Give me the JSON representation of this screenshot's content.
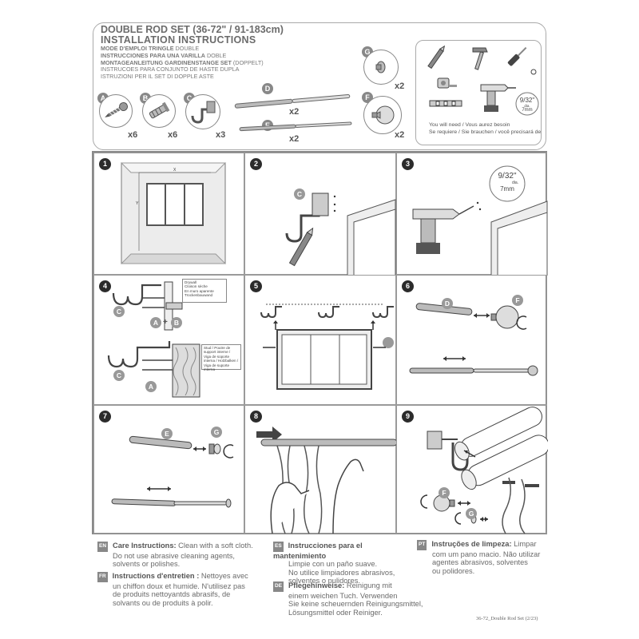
{
  "header": {
    "title_line1": "DOUBLE ROD SET (36-72\" / 91-183cm)",
    "title_line2": "INSTALLATION INSTRUCTIONS",
    "subtitles": [
      {
        "bold": "MODE D'EMPLOI TRINGLE",
        "rest": " DOUBLE"
      },
      {
        "bold": "INSTRUCCIONES PARA UNA VARILLA",
        "rest": " DOBLE"
      },
      {
        "bold": "MONTAGEANLEITUNG GARDINENSTANGE SET",
        "rest": " (DOPPELT)"
      },
      {
        "bold": "",
        "rest": "INSTRUCOES PARA CONJUNTO DE HASTE DUPLA"
      },
      {
        "bold": "",
        "rest": "ISTRUZIONI PER IL SET DI DOPPLE ASTE"
      }
    ]
  },
  "parts": {
    "A": {
      "letter": "A",
      "qty": "x6"
    },
    "B": {
      "letter": "B",
      "qty": "x6"
    },
    "C": {
      "letter": "C",
      "qty": "x3"
    },
    "D": {
      "letter": "D",
      "qty": "x2"
    },
    "E": {
      "letter": "E",
      "qty": "x2"
    },
    "F": {
      "letter": "F",
      "qty": "x2"
    },
    "G": {
      "letter": "G",
      "qty": "x2"
    }
  },
  "tools": {
    "need_line1": "You will need / Vous aurez besoin",
    "need_line2": "Se requiere / Sie brauchen / você precisará de",
    "drill_size": "9/32\"",
    "drill_dia": "dia.",
    "drill_mm": "7mm"
  },
  "steps": {
    "s1": {
      "num": "1",
      "label_x": "X",
      "label_y": "Y"
    },
    "s2": {
      "num": "2",
      "part": "C"
    },
    "s3": {
      "num": "3",
      "size": "9/32\"",
      "dia": "dia.",
      "mm": "7mm"
    },
    "s4": {
      "num": "4",
      "part_c": "C",
      "part_a": "A",
      "plus": "+",
      "part_b": "B",
      "part_c2": "C",
      "part_a2": "A",
      "drywall_lines": [
        "Drywall",
        "Cloison sèche",
        "En muro aparente",
        "Trockenbauwand"
      ],
      "stud_lines": [
        "Stud / Poutre de",
        "support interne /",
        "Viga de soporte",
        "interna / Holzbalken /",
        "Viga de suporte interna"
      ]
    },
    "s5": {
      "num": "5"
    },
    "s6": {
      "num": "6",
      "part_d": "D",
      "part_f": "F"
    },
    "s7": {
      "num": "7",
      "part_e": "E",
      "part_g": "G"
    },
    "s8": {
      "num": "8"
    },
    "s9": {
      "num": "9",
      "part_f": "F",
      "part_g": "G"
    }
  },
  "care": {
    "en": {
      "code": "EN",
      "title": "Care Instructions:",
      "text1": " Clean with a soft cloth.",
      "text2": "Do not use abrasive cleaning agents,",
      "text3": "solvents or polishes."
    },
    "fr": {
      "code": "FR",
      "title": "Instructions d'entretien :",
      "text1": " Nettoyes avec",
      "text2": "un chiffon doux et humide. N'utilisez pas",
      "text3": "de produits nettoyantds abrasifs, de",
      "text4": "solvants ou de produits à polir."
    },
    "es": {
      "code": "ES",
      "title": "Instrucciones para el mantenimiento",
      "text1": "Limpie con un paño suave.",
      "text2": "No utilice limpiadores abrasivos,",
      "text3": "solventes o pulidores."
    },
    "de": {
      "code": "DE",
      "title": "Pflegehinweise:",
      "text1": " Reinigung mit",
      "text2": "einem weichen Tuch. Verwenden",
      "text3": "Sie keine scheuernden Reinigungsmittel,",
      "text4": "Lösungsmittel oder Reiniger."
    },
    "pt": {
      "code": "PT",
      "title": "Instruções de limpeza:",
      "text1": " Limpar",
      "text2": "com um pano macio. Não utilizar",
      "text3": "agentes abrasivos, solventes",
      "text4": "ou polidores."
    }
  },
  "footer": {
    "doc_ref": "36-72_Double Rod Set (2/23)"
  }
}
